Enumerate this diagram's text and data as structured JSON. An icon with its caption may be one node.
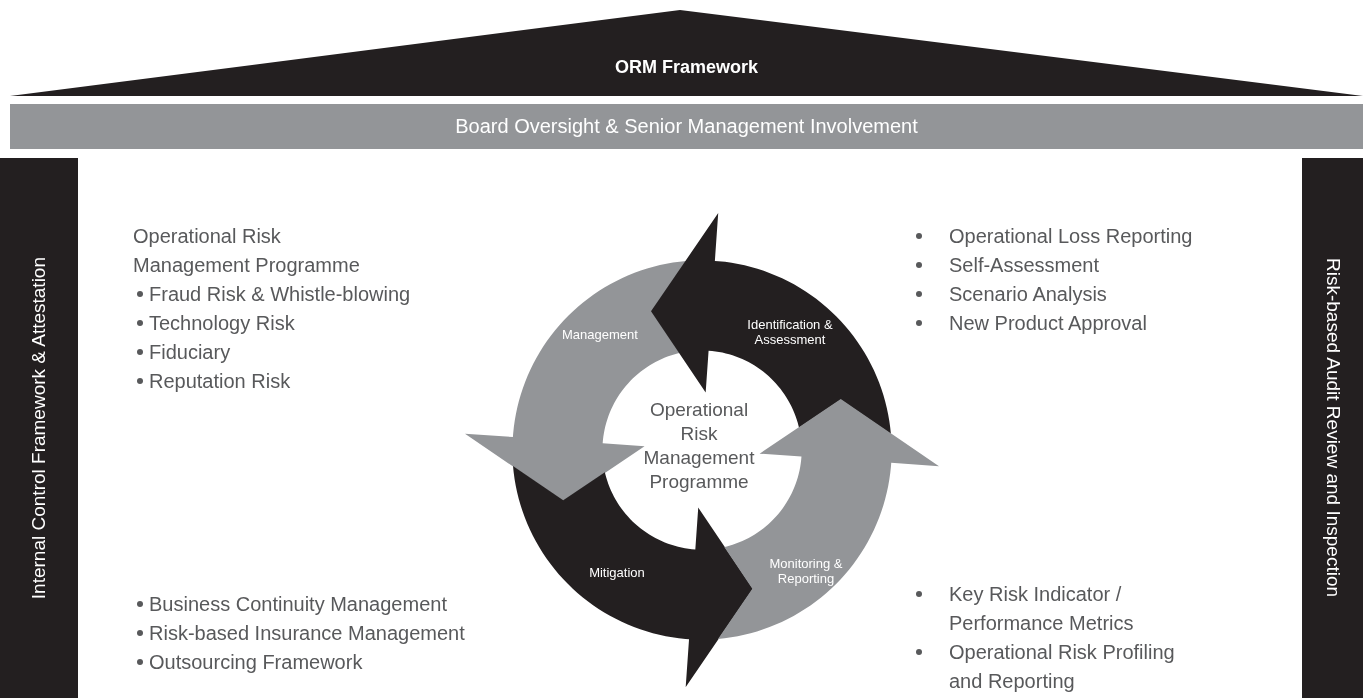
{
  "diagram": {
    "title": "ORM Framework",
    "nodes": [
      {
        "text": [
          "Board Oversight & Senior Management Involvement"
        ]
      },
      {
        "text": [
          "Internal Control Framework & Attestation"
        ]
      },
      {
        "text": [
          "Risk-based Audit Review and Inspection"
        ]
      },
      {
        "text": [
          "Management"
        ]
      },
      {
        "text": [
          "Identification & Assessment"
        ]
      },
      {
        "text": [
          "Mitigation"
        ]
      },
      {
        "text": [
          "Monitoring & Reporting"
        ]
      }
    ],
    "labels": [
      "Operational Risk Management Programme",
      "Fraud Risk & Whistle-blowing",
      "Technology Risk",
      "Fiduciary",
      "Reputation Risk",
      "Operational Loss Reporting",
      "Self-Assessment",
      "Scenario Analysis",
      "New Product Approval",
      "Operational Risk Management Programme",
      "Business Continuity Management",
      "Risk-based Insurance Management",
      "Outsourcing Framework",
      "Key Risk Indicator / Performance Metrics",
      "Operational Risk Profiling and Reporting"
    ]
  }
}
